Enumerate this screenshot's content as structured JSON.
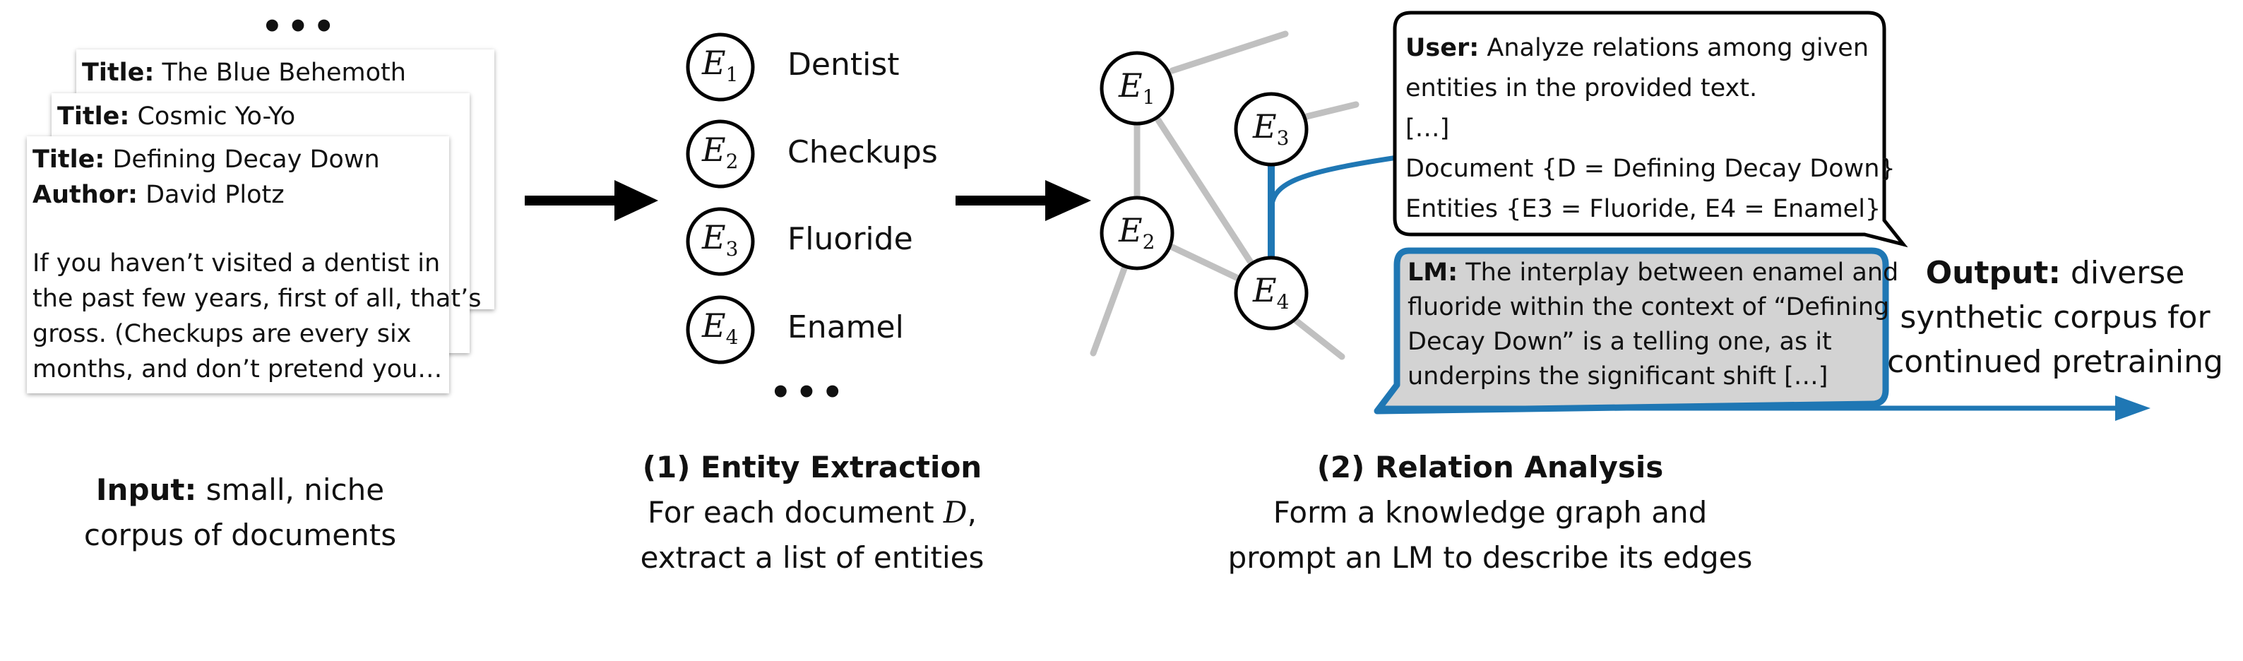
{
  "input": {
    "dots": "•••",
    "cards": [
      {
        "title_label": "Title:",
        "title": "The Blue Behemoth"
      },
      {
        "title_label": "Title:",
        "title": "Cosmic Yo-Yo"
      },
      {
        "title_label": "Title:",
        "title": "Defining Decay Down",
        "author_label": "Author:",
        "author": "David Plotz",
        "body": [
          "If you haven’t visited a dentist in",
          "the past few years, first of all, that’s",
          "gross. (Checkups are every six",
          "months, and don’t pretend you…"
        ]
      }
    ],
    "caption_bold": "Input:",
    "caption_rest": " small, niche",
    "caption_line2": "corpus of documents"
  },
  "extraction": {
    "entities": [
      {
        "symbol": "E",
        "sub": "1",
        "label": "Dentist"
      },
      {
        "symbol": "E",
        "sub": "2",
        "label": "Checkups"
      },
      {
        "symbol": "E",
        "sub": "3",
        "label": "Fluoride"
      },
      {
        "symbol": "E",
        "sub": "4",
        "label": "Enamel"
      }
    ],
    "dots": "•••",
    "caption_title": "(1) Entity Extraction",
    "caption_line1_pre": "For each document ",
    "caption_line1_var": "D",
    "caption_line1_post": ",",
    "caption_line2": "extract a list of entities"
  },
  "relation": {
    "nodes": [
      {
        "symbol": "E",
        "sub": "1"
      },
      {
        "symbol": "E",
        "sub": "2"
      },
      {
        "symbol": "E",
        "sub": "3"
      },
      {
        "symbol": "E",
        "sub": "4"
      }
    ],
    "user_bubble": {
      "speaker": "User:",
      "line1": " Analyze relations among given",
      "line2": "entities in the provided text.",
      "line3": "[…]",
      "line4": "Document {D = Defining Decay Down}",
      "line5": "Entities {E3 = Fluoride, E4 = Enamel}"
    },
    "lm_bubble": {
      "speaker": "LM:",
      "line1": " The interplay between enamel and",
      "line2": "fluoride within the context of “Defining",
      "line3": "Decay Down” is a telling one, as it",
      "line4": " underpins the significant shift […]"
    },
    "caption_title": "(2) Relation Analysis",
    "caption_line1": "Form a knowledge graph and",
    "caption_line2": "prompt an LM to describe its edges"
  },
  "output": {
    "bold": "Output:",
    "rest": " diverse",
    "line2": "synthetic corpus for",
    "line3": "continued pretraining"
  },
  "colors": {
    "accent": "#1f77b4",
    "edge": "#c0c0c0",
    "lm_fill": "#d3d3d3"
  }
}
